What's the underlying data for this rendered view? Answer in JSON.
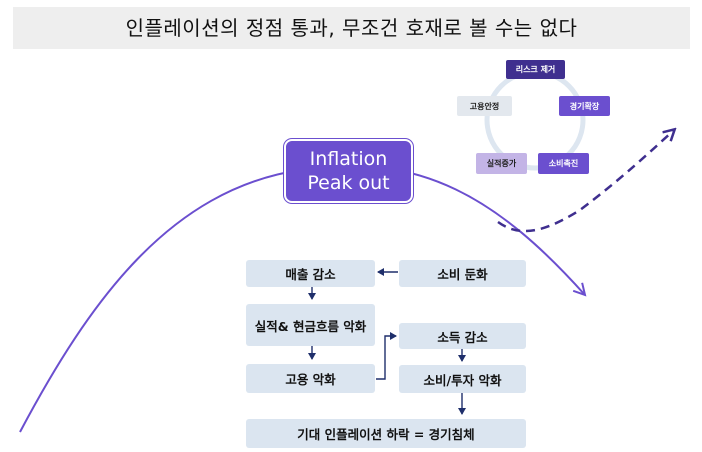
{
  "title": "인플레이션의 정점 통과, 무조건 호재로 볼 수는 없다",
  "callout": {
    "line1": "Inflation",
    "line2": "Peak out"
  },
  "cycle": {
    "top": "리스크 제거",
    "right": "경기확장",
    "bottom_right": "소비촉진",
    "bottom_left": "실적증가",
    "left": "고용안정"
  },
  "flow": {
    "sales_down": "매출 감소",
    "consumption_slow": "소비 둔화",
    "earnings_cash_worse": "실적& 현금흐름 악화",
    "income_down": "소득 감소",
    "employment_worse": "고용 악화",
    "consumption_investment_worse": "소비/투자 악화",
    "conclusion": "기대 인플레이션 하락 = 경기침체"
  },
  "colors": {
    "purple": "#6b4fcf",
    "dark_purple": "#3f2f8f",
    "light_purple": "#c3b4e6",
    "box_fill": "#dbe5f0",
    "ring": "#dde6f0",
    "arrow_navy": "#1f2f6b",
    "title_bg": "#eeeeee"
  }
}
